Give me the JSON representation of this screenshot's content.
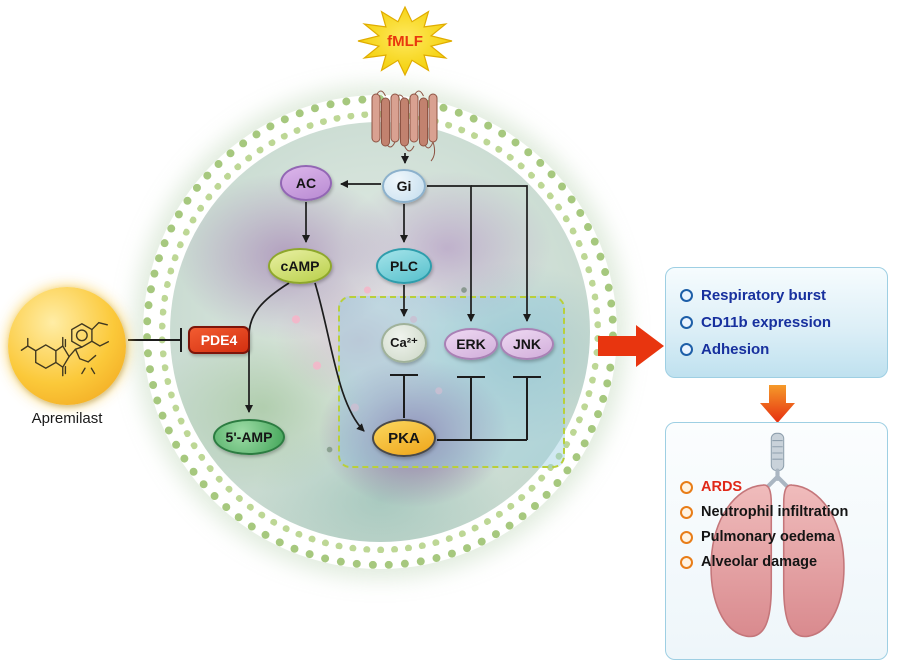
{
  "figure": {
    "description": "fMLF-stimulated neutrophil signalling pathway; apremilast inhibits PDE4",
    "drug_label": "Apremilast"
  },
  "ligand": {
    "label": "fMLF"
  },
  "nodes": {
    "ac": {
      "label": "AC"
    },
    "gi": {
      "label": "Gi"
    },
    "camp": {
      "label": "cAMP"
    },
    "plc": {
      "label": "PLC"
    },
    "ca": {
      "label": "Ca²⁺"
    },
    "erk": {
      "label": "ERK"
    },
    "jnk": {
      "label": "JNK"
    },
    "pka": {
      "label": "PKA"
    },
    "amp": {
      "label": "5'-AMP"
    },
    "pde4": {
      "label": "PDE4"
    }
  },
  "edges": [
    {
      "from": "fMLF",
      "to": "receptor",
      "type": "binds"
    },
    {
      "from": "receptor",
      "to": "Gi",
      "type": "activates"
    },
    {
      "from": "Gi",
      "to": "AC",
      "type": "activates"
    },
    {
      "from": "Gi",
      "to": "PLC",
      "type": "activates"
    },
    {
      "from": "Gi",
      "to": "ERK",
      "type": "activates"
    },
    {
      "from": "Gi",
      "to": "JNK",
      "type": "activates"
    },
    {
      "from": "AC",
      "to": "cAMP",
      "type": "produces"
    },
    {
      "from": "cAMP",
      "to": "5'-AMP",
      "type": "converted-by-PDE4"
    },
    {
      "from": "cAMP",
      "to": "PKA",
      "type": "activates"
    },
    {
      "from": "PLC",
      "to": "Ca²⁺",
      "type": "activates"
    },
    {
      "from": "PKA",
      "to": "Ca²⁺",
      "type": "inhibits"
    },
    {
      "from": "PKA",
      "to": "ERK",
      "type": "inhibits"
    },
    {
      "from": "PKA",
      "to": "JNK",
      "type": "inhibits"
    },
    {
      "from": "Apremilast",
      "to": "PDE4",
      "type": "inhibits"
    }
  ],
  "effects_panel": {
    "items": [
      "Respiratory burst",
      "CD11b expression",
      "Adhesion"
    ]
  },
  "pathology_panel": {
    "items": [
      "ARDS",
      "Neutrophil infiltration",
      "Pulmonary oedema",
      "Alveolar damage"
    ]
  },
  "colors": {
    "star_yellow": "#f6d400",
    "fmlf_text": "#e8380d",
    "pde4_fill": "#e4381c",
    "pka_fill": "#f7c12e",
    "big_arrow_red": "#e8350f",
    "effects_text": "#17309e",
    "ards_text": "#e02818",
    "bullet_blue": "#1e5fa8",
    "bullet_orange": "#e87d18",
    "membrane_green": "#a6c87e"
  }
}
